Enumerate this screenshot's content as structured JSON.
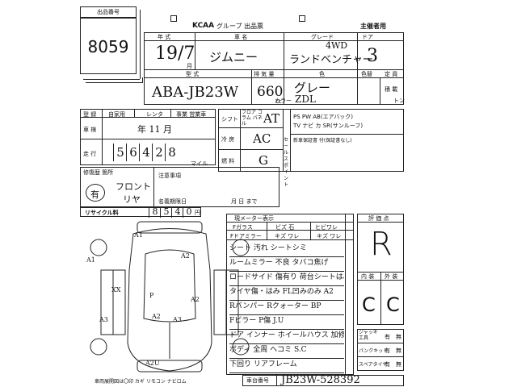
{
  "lot": {
    "label": "出品番号",
    "number": "8059"
  },
  "header": {
    "brand": "KCAA",
    "title": "グループ 出品票",
    "org_label": "主催者用"
  },
  "columns": {
    "year": "年 式",
    "name": "車 名",
    "grade": "グレード",
    "doors": "ドア",
    "model": "型 式",
    "displacement": "排 気 量",
    "color": "色",
    "color_no": "カラー",
    "color_change": "色替",
    "capacity": "定 員",
    "payload": "積 載",
    "ton": "トン"
  },
  "vehicle": {
    "year": "19/7",
    "year_unit": "月",
    "name": "ジムニー",
    "grade": "ランドベンチャー",
    "grade_note": "4WD",
    "doors": "3",
    "model": "ABA-JB23W",
    "displacement": "660",
    "displacement_unit": "cc",
    "color": "グレー",
    "color_no": "ZDL"
  },
  "registration": {
    "ownership_label": "登 録",
    "self_label": "自家用",
    "rental": "レンタ",
    "commercial": "事業 営業車",
    "inspection_label": "車 検",
    "inspection_value": "年 11 月",
    "mileage_label": "走 行",
    "mileage_digits": [
      "5",
      "6",
      "4",
      "2",
      "8"
    ],
    "mileage_unit": "マイル"
  },
  "equipment": {
    "shift_label": "シフト",
    "shift_opts": "フロア コラム パネル",
    "shift_value": "AT",
    "ac_label": "冷 房",
    "ac_value": "AC",
    "fuel_label": "燃 料",
    "fuel_value": "G",
    "options_line1": "PS PW AB(エアバック)",
    "options_line2": "TV ナビ カ SR(サンルーフ)",
    "options_line3": "新車保証書 付(保証書なし)",
    "side_label": "セールスポイント"
  },
  "repair": {
    "label": "修復歴 箇所",
    "has": "有",
    "front": "フロント",
    "rear": "リヤ",
    "notes_label": "注意事項",
    "name_change_label": "名義期限日",
    "name_change_value": "月 日 まで",
    "recycle_label": "リサイクル料",
    "recycle_digits": [
      "8",
      "5",
      "4",
      "0"
    ],
    "recycle_unit": "円"
  },
  "inspection": {
    "meter_label": "現メーター表示",
    "glass_label": "Fガラス",
    "glass_value": "ビズ 石",
    "glass_value2": "ヒビワレ",
    "door_label": "Fドアミラー",
    "door_value": "キズ ワレ",
    "door_value2": "キズ ワレ",
    "notes": [
      "シート 汚れ シートシミ",
      "ルームミラー 不良 タバコ焦げ",
      "ロードサイド 傷有り 荷台シートはみ",
      "タイヤ傷・はみ  FL凹みのみ A2",
      "Rバンパー  Rクォーター BP",
      "Fピラー  P傷 J.U",
      "ドア インナー  ホイールハウス 加修",
      "ボディ 全周 ヘコミ S.C",
      "下回り リアフレーム"
    ]
  },
  "grade_box": {
    "label": "評 価 点",
    "score": "R",
    "interior_label": "内 装",
    "exterior_label": "外 装",
    "interior": "C",
    "exterior": "C"
  },
  "tools": {
    "jack_label": "ジャッキ 工具",
    "jack_have": "有",
    "jack_none": "無",
    "puncture_label": "パンクキット",
    "puncture_have": "有",
    "puncture_none": "無",
    "spare_label": "スペアタイヤ",
    "spare_have": "有",
    "spare_none": "無"
  },
  "chassis": {
    "label": "車台番号",
    "value": "JB23W-528392"
  },
  "footer": {
    "text": "車両展開図は〇印 カギ リモコン ナビロム"
  },
  "diagram": {
    "marks": [
      "A1",
      "A2",
      "A1",
      "A2",
      "A3",
      "A3",
      "XX",
      "P",
      "A2",
      "A2U"
    ]
  }
}
